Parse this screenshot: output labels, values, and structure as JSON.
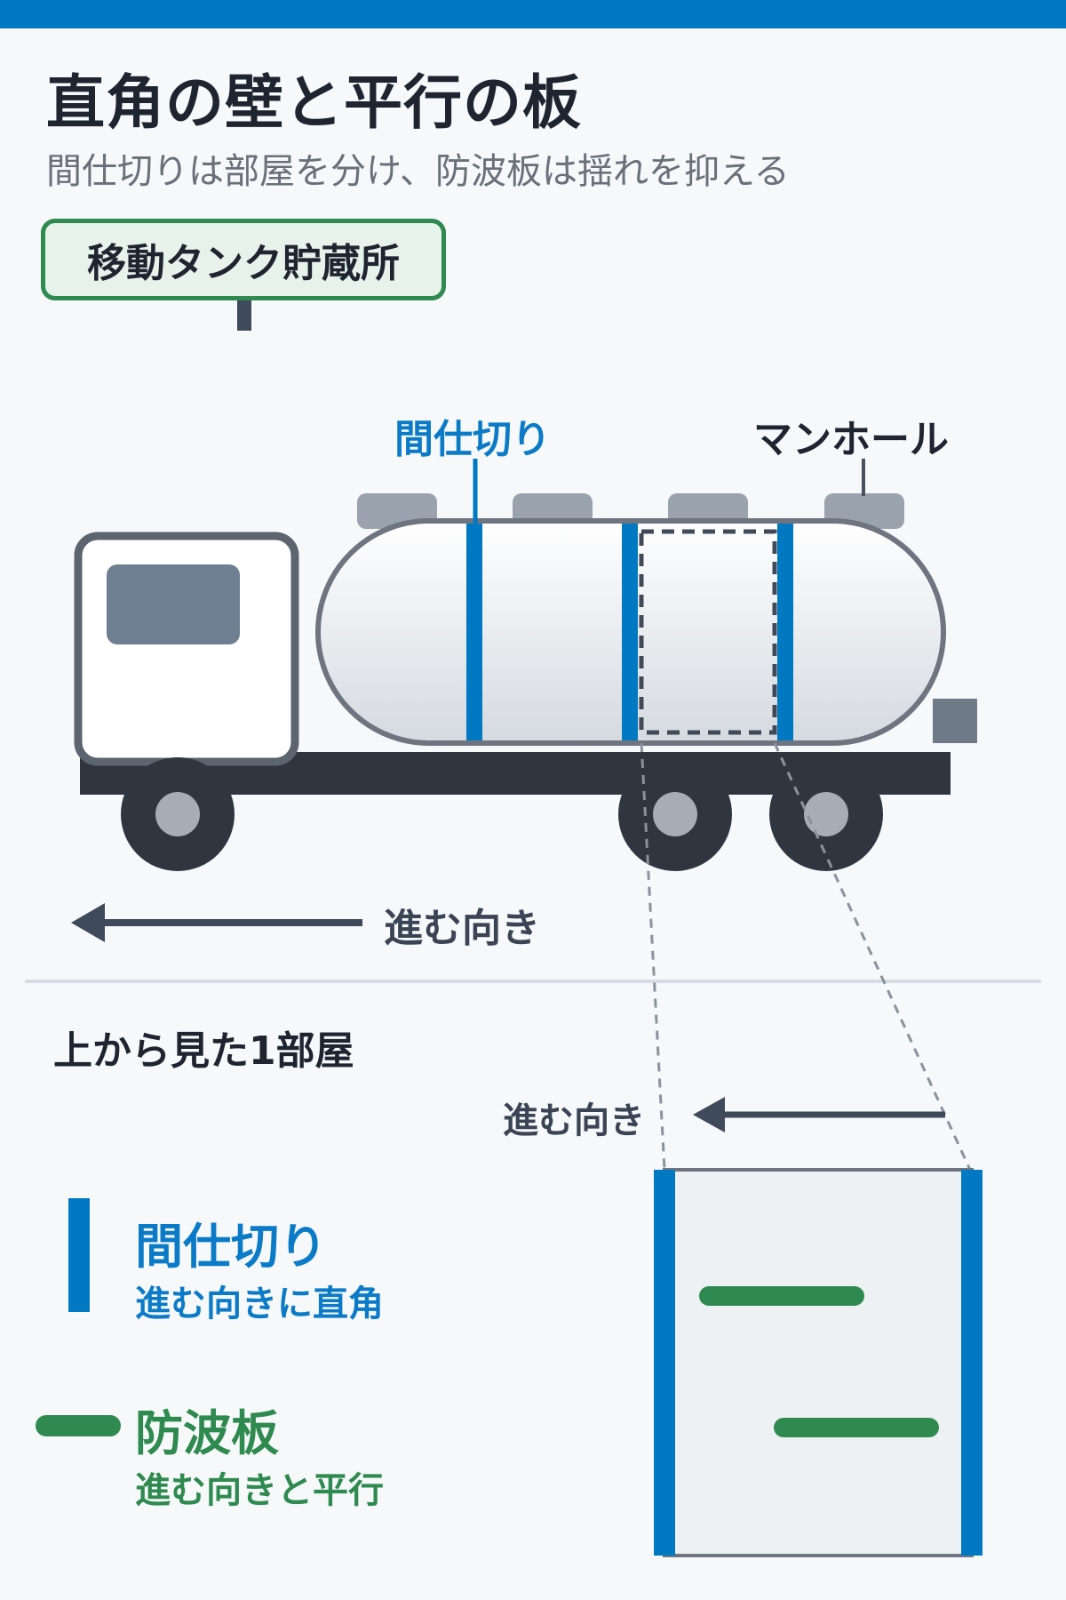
{
  "title": "直角の壁と平行の板",
  "subtitle": "間仕切りは部屋を分け、防波板は揺れを抑える",
  "sign_label": "移動タンク貯蔵所",
  "labels": {
    "partition": "間仕切り",
    "manhole": "マンホール",
    "direction": "進む向き",
    "top_view": "上から見た1部屋"
  },
  "legend": {
    "partition": {
      "title": "間仕切り",
      "description": "進む向きに直角"
    },
    "baffle": {
      "title": "防波板",
      "description": "進む向きと平行"
    }
  },
  "colors": {
    "accent_blue": "#0079c2",
    "accent_green": "#2e8a4e",
    "dark": "#1f2530",
    "background": "#f6f8fa"
  }
}
